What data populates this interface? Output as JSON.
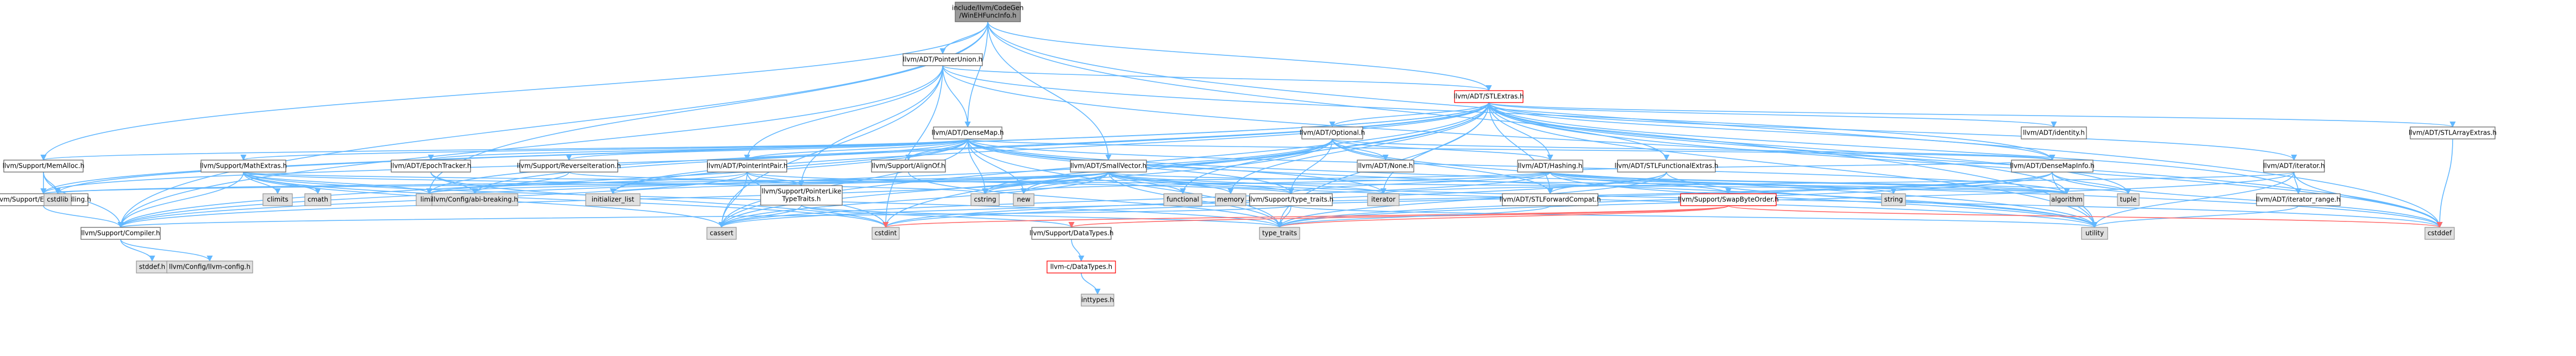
{
  "graph": {
    "nodes": [
      {
        "id": "root",
        "lines": [
          "include/llvm/CodeGen",
          "/WinEHFuncInfo.h"
        ],
        "kind": "root"
      },
      {
        "id": "pointerunion",
        "lines": [
          "llvm/ADT/PointerUnion.h"
        ],
        "kind": "node"
      },
      {
        "id": "stlextras",
        "lines": [
          "llvm/ADT/STLExtras.h"
        ],
        "kind": "red"
      },
      {
        "id": "densemap",
        "lines": [
          "llvm/ADT/DenseMap.h"
        ],
        "kind": "node"
      },
      {
        "id": "optional",
        "lines": [
          "llvm/ADT/Optional.h"
        ],
        "kind": "node"
      },
      {
        "id": "identity",
        "lines": [
          "llvm/ADT/identity.h"
        ],
        "kind": "node"
      },
      {
        "id": "stlarrayextras",
        "lines": [
          "llvm/ADT/STLArrayExtras.h"
        ],
        "kind": "node"
      },
      {
        "id": "memalloc",
        "lines": [
          "llvm/Support/MemAlloc.h"
        ],
        "kind": "node"
      },
      {
        "id": "mathextras",
        "lines": [
          "llvm/Support/MathExtras.h"
        ],
        "kind": "node"
      },
      {
        "id": "epochtracker",
        "lines": [
          "llvm/ADT/EpochTracker.h"
        ],
        "kind": "node"
      },
      {
        "id": "reverseiter",
        "lines": [
          "llvm/Support/ReverseIteration.h"
        ],
        "kind": "node"
      },
      {
        "id": "pointerintpair",
        "lines": [
          "llvm/ADT/PointerIntPair.h"
        ],
        "kind": "node"
      },
      {
        "id": "alignof",
        "lines": [
          "llvm/Support/AlignOf.h"
        ],
        "kind": "node"
      },
      {
        "id": "smallvector",
        "lines": [
          "llvm/ADT/SmallVector.h"
        ],
        "kind": "node"
      },
      {
        "id": "none",
        "lines": [
          "llvm/ADT/None.h"
        ],
        "kind": "node"
      },
      {
        "id": "hashing",
        "lines": [
          "llvm/ADT/Hashing.h"
        ],
        "kind": "node"
      },
      {
        "id": "stlfunctional",
        "lines": [
          "llvm/ADT/STLFunctionalExtras.h"
        ],
        "kind": "node"
      },
      {
        "id": "densemapinfo",
        "lines": [
          "llvm/ADT/DenseMapInfo.h"
        ],
        "kind": "node"
      },
      {
        "id": "iterator",
        "lines": [
          "llvm/ADT/iterator.h"
        ],
        "kind": "node"
      },
      {
        "id": "errorhandling",
        "lines": [
          "llvm/Support/ErrorHandling.h"
        ],
        "kind": "node"
      },
      {
        "id": "cstdlib",
        "lines": [
          "cstdlib"
        ],
        "kind": "gray"
      },
      {
        "id": "climits",
        "lines": [
          "climits"
        ],
        "kind": "gray"
      },
      {
        "id": "cmath",
        "lines": [
          "cmath"
        ],
        "kind": "gray"
      },
      {
        "id": "limits",
        "lines": [
          "limits"
        ],
        "kind": "gray"
      },
      {
        "id": "configabi",
        "lines": [
          "llvm/Config/abi-breaking.h"
        ],
        "kind": "gray"
      },
      {
        "id": "initlist",
        "lines": [
          "initializer_list"
        ],
        "kind": "gray"
      },
      {
        "id": "ptrliketraits",
        "lines": [
          "llvm/Support/PointerLike",
          "TypeTraits.h"
        ],
        "kind": "node"
      },
      {
        "id": "cstring",
        "lines": [
          "cstring"
        ],
        "kind": "gray"
      },
      {
        "id": "new",
        "lines": [
          "new"
        ],
        "kind": "gray"
      },
      {
        "id": "functional",
        "lines": [
          "functional"
        ],
        "kind": "gray"
      },
      {
        "id": "memory",
        "lines": [
          "memory"
        ],
        "kind": "gray"
      },
      {
        "id": "typetraits_h",
        "lines": [
          "llvm/Support/type_traits.h"
        ],
        "kind": "node"
      },
      {
        "id": "iterator_std",
        "lines": [
          "iterator"
        ],
        "kind": "gray"
      },
      {
        "id": "swapbyteorder",
        "lines": [
          "llvm/Support/SwapByteOrder.h"
        ],
        "kind": "red"
      },
      {
        "id": "string",
        "lines": [
          "string"
        ],
        "kind": "gray"
      },
      {
        "id": "stlforwardcompat",
        "lines": [
          "llvm/ADT/STLForwardCompat.h"
        ],
        "kind": "node"
      },
      {
        "id": "algorithm",
        "lines": [
          "algorithm"
        ],
        "kind": "gray"
      },
      {
        "id": "tuple",
        "lines": [
          "tuple"
        ],
        "kind": "gray"
      },
      {
        "id": "iterrange",
        "lines": [
          "llvm/ADT/iterator_range.h"
        ],
        "kind": "node"
      },
      {
        "id": "compiler",
        "lines": [
          "llvm/Support/Compiler.h"
        ],
        "kind": "node"
      },
      {
        "id": "cassert",
        "lines": [
          "cassert"
        ],
        "kind": "gray"
      },
      {
        "id": "cstdint",
        "lines": [
          "cstdint"
        ],
        "kind": "gray"
      },
      {
        "id": "type_traits",
        "lines": [
          "type_traits"
        ],
        "kind": "gray"
      },
      {
        "id": "datatypes",
        "lines": [
          "llvm/Support/DataTypes.h"
        ],
        "kind": "node"
      },
      {
        "id": "utility",
        "lines": [
          "utility"
        ],
        "kind": "gray"
      },
      {
        "id": "cstddef",
        "lines": [
          "cstddef"
        ],
        "kind": "gray"
      },
      {
        "id": "stddef",
        "lines": [
          "stddef.h"
        ],
        "kind": "gray"
      },
      {
        "id": "llvmconfig",
        "lines": [
          "llvm/Config/llvm-config.h"
        ],
        "kind": "gray"
      },
      {
        "id": "cdatatypes",
        "lines": [
          "llvm-c/DataTypes.h"
        ],
        "kind": "red"
      },
      {
        "id": "inttypes",
        "lines": [
          "inttypes.h"
        ],
        "kind": "gray"
      }
    ]
  }
}
